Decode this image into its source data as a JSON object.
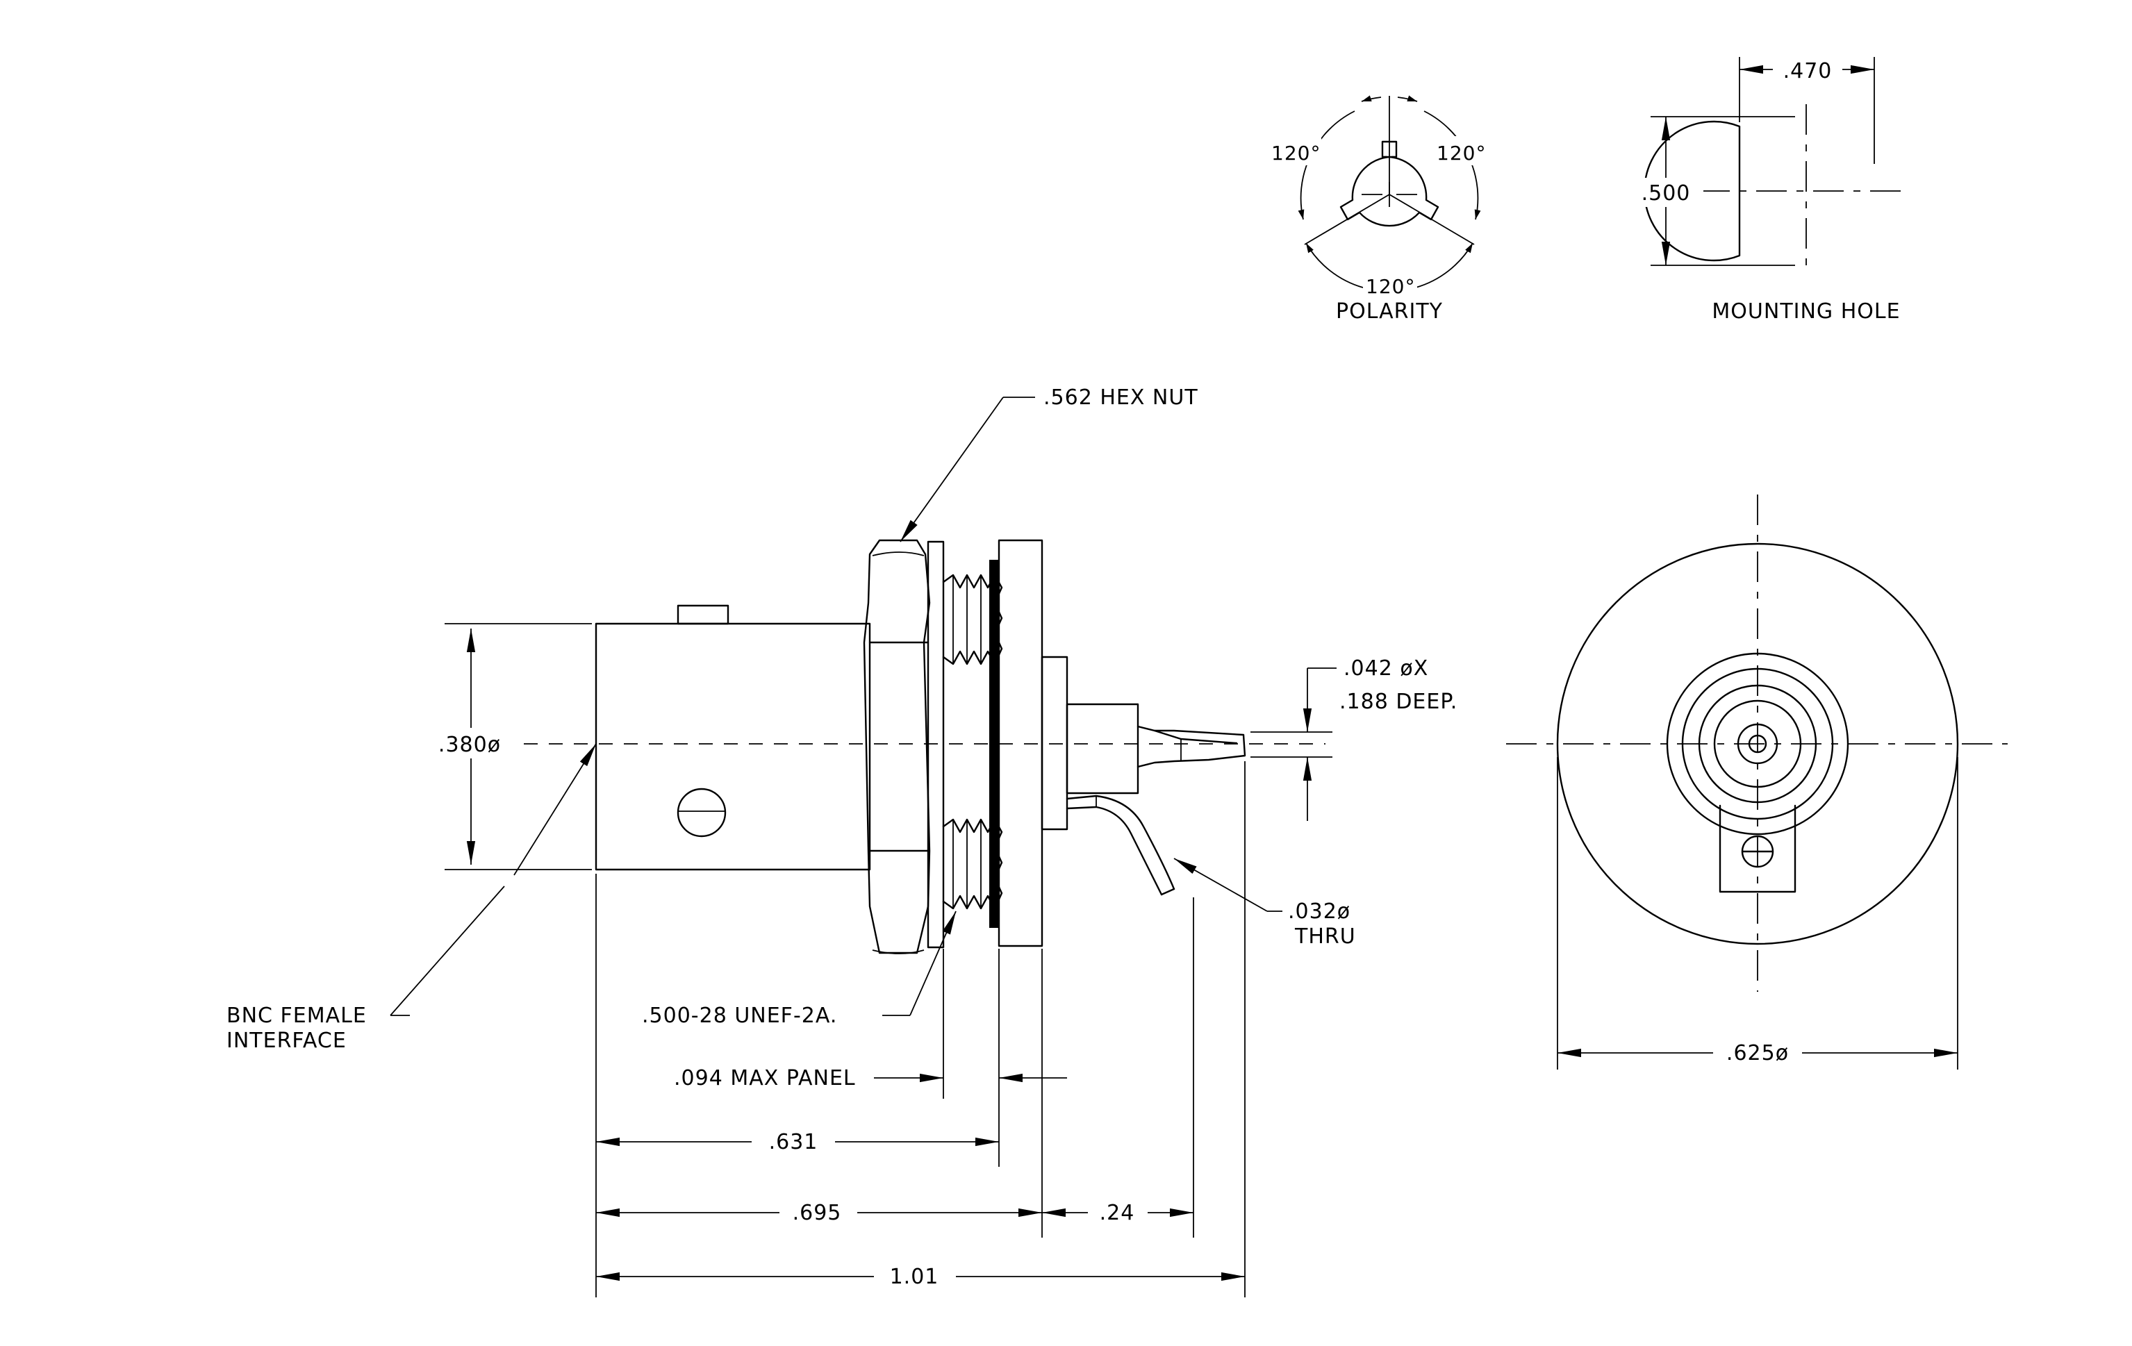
{
  "labels": {
    "hex_nut": ".562 HEX NUT",
    "bnc_line1": "BNC FEMALE",
    "bnc_line2": "INTERFACE",
    "thread": ".500-28  UNEF-2A.",
    "max_panel": ".094 MAX PANEL",
    "hole_042": ".042  øX",
    "deep_188": ".188  DEEP.",
    "thru_032": ".032ø",
    "thru": "THRU",
    "polarity": "POLARITY",
    "mounting_hole": "MOUNTING HOLE"
  },
  "dimensions": {
    "dia_380": ".380ø",
    "d_631": ".631",
    "d_695": ".695",
    "d_24": ".24",
    "d_101": "1.01",
    "dia_625": ".625ø",
    "d_470": ".470",
    "d_500": ".500",
    "ang_left": "120°",
    "ang_right": "120°",
    "ang_bottom": "120°"
  }
}
